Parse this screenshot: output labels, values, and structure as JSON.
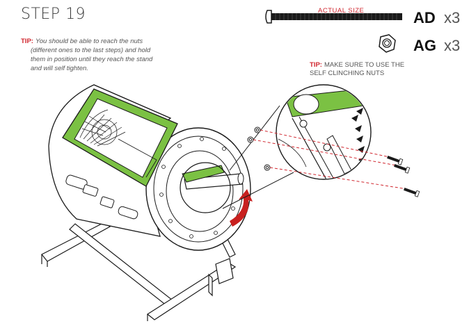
{
  "step": {
    "title": "STEP 19"
  },
  "tips": {
    "left": {
      "label": "TIP:",
      "lines": [
        "You should be able to reach the nuts",
        "(different ones to the last steps) and hold",
        "them in position until they reach the stand",
        "and will self tighten."
      ]
    },
    "right": {
      "label": "TIP:",
      "line1": "MAKE SURE TO USE THE",
      "line2": "SELF CLINCHING NUTS"
    }
  },
  "parts": [
    {
      "code": "AD",
      "qty": "x3"
    },
    {
      "code": "AG",
      "qty": "x3"
    }
  ],
  "actual_size_label": "ACTUAL SIZE",
  "colors": {
    "accent_green": "#7bc143",
    "tip_red": "#d0262e",
    "arrow_red": "#c8201f",
    "line": "#1a1a1a"
  },
  "icons": [
    "bolt-icon",
    "nut-icon",
    "rotate-arrow-icon"
  ]
}
